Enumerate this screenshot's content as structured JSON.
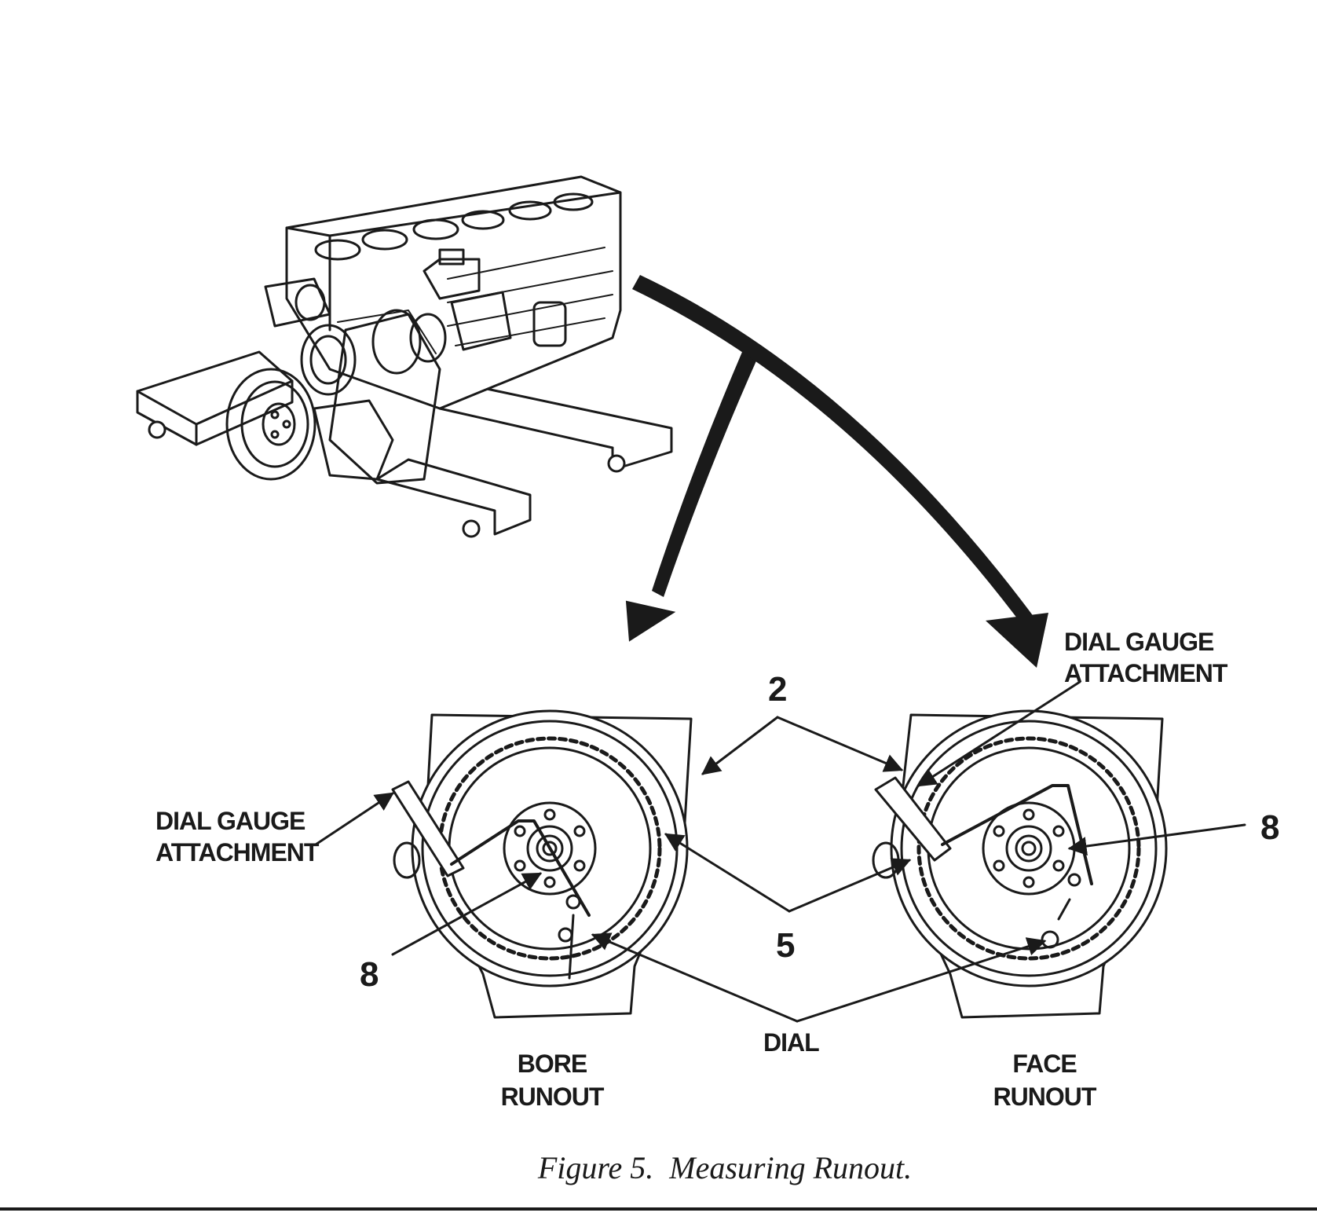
{
  "labels": {
    "dial_gauge_attachment_right_line1": "DIAL GAUGE",
    "dial_gauge_attachment_right_line2": "ATTACHMENT",
    "dial_gauge_attachment_left_line1": "DIAL GAUGE",
    "dial_gauge_attachment_left_line2": "ATTACHMENT",
    "callout_2": "2",
    "callout_5": "5",
    "callout_8_left": "8",
    "callout_8_right": "8",
    "dial": "DIAL",
    "bore_runout_line1": "BORE",
    "bore_runout_line2": "RUNOUT",
    "face_runout_line1": "FACE",
    "face_runout_line2": "RUNOUT"
  },
  "caption": "Figure 5.  Measuring Runout.",
  "colors": {
    "ink": "#1a1a1a",
    "background": "#ffffff"
  }
}
